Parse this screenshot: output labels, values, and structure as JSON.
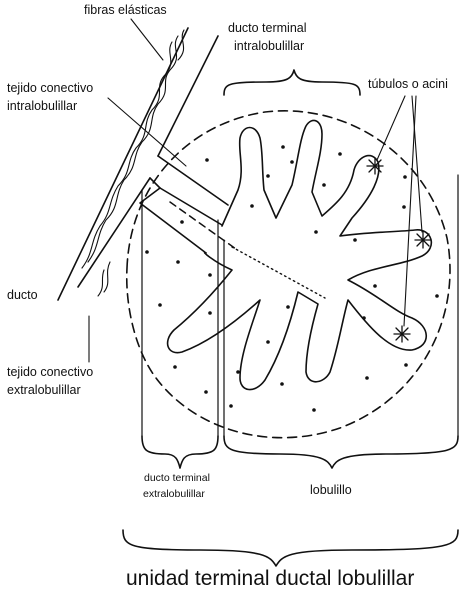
{
  "labels": {
    "fibras_elasticas": "fibras elásticas",
    "ducto_terminal_intralobulillar_1": "ducto terminal",
    "ducto_terminal_intralobulillar_2": "intralobulillar",
    "tejido_conectivo_intra_1": "tejido conectivo",
    "tejido_conectivo_intra_2": "intralobulillar",
    "tubulos_o_acini": "túbulos o acini",
    "ducto": "ducto",
    "tejido_conectivo_extra_1": "tejido conectivo",
    "tejido_conectivo_extra_2": "extralobulillar",
    "ducto_terminal_extralobulillar_1": "ducto terminal",
    "ducto_terminal_extralobulillar_2": "extralobulillar",
    "lobulillo": "lobulillo"
  },
  "title": "unidad terminal ductal lobulillar"
}
